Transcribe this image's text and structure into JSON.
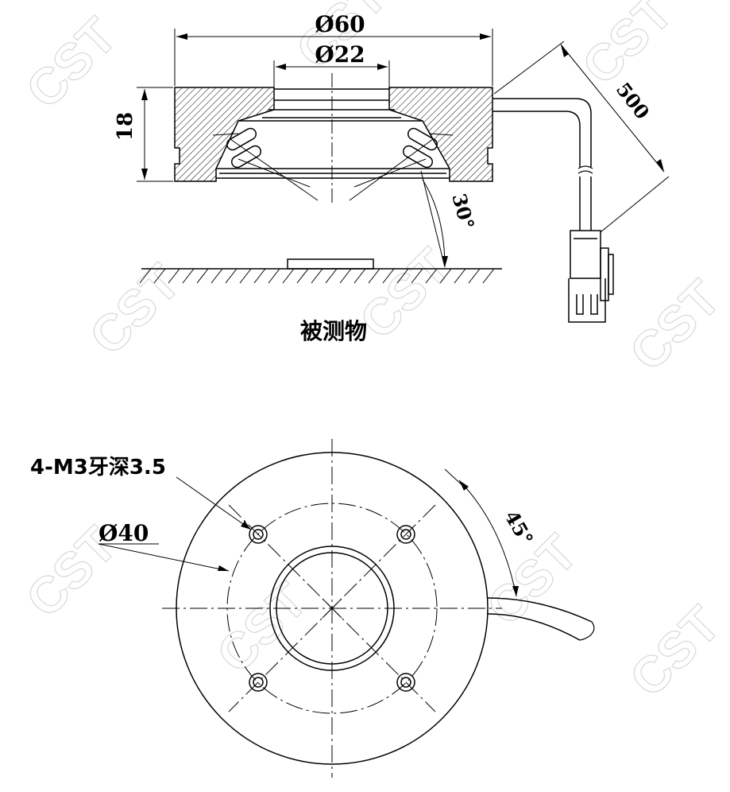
{
  "side_view": {
    "outer_diameter": "Ø60",
    "inner_diameter": "Ø22",
    "height": "18",
    "cable_length": "500",
    "illumination_angle": "30°",
    "object_label": "被测物"
  },
  "bottom_view": {
    "thread_label": "4-M3牙深3.5",
    "pitch_circle": "Ø40",
    "mount_angle": "45°"
  },
  "watermark": "CST",
  "colors": {
    "ink": "#000000",
    "watermark": "#d8d8d8"
  }
}
